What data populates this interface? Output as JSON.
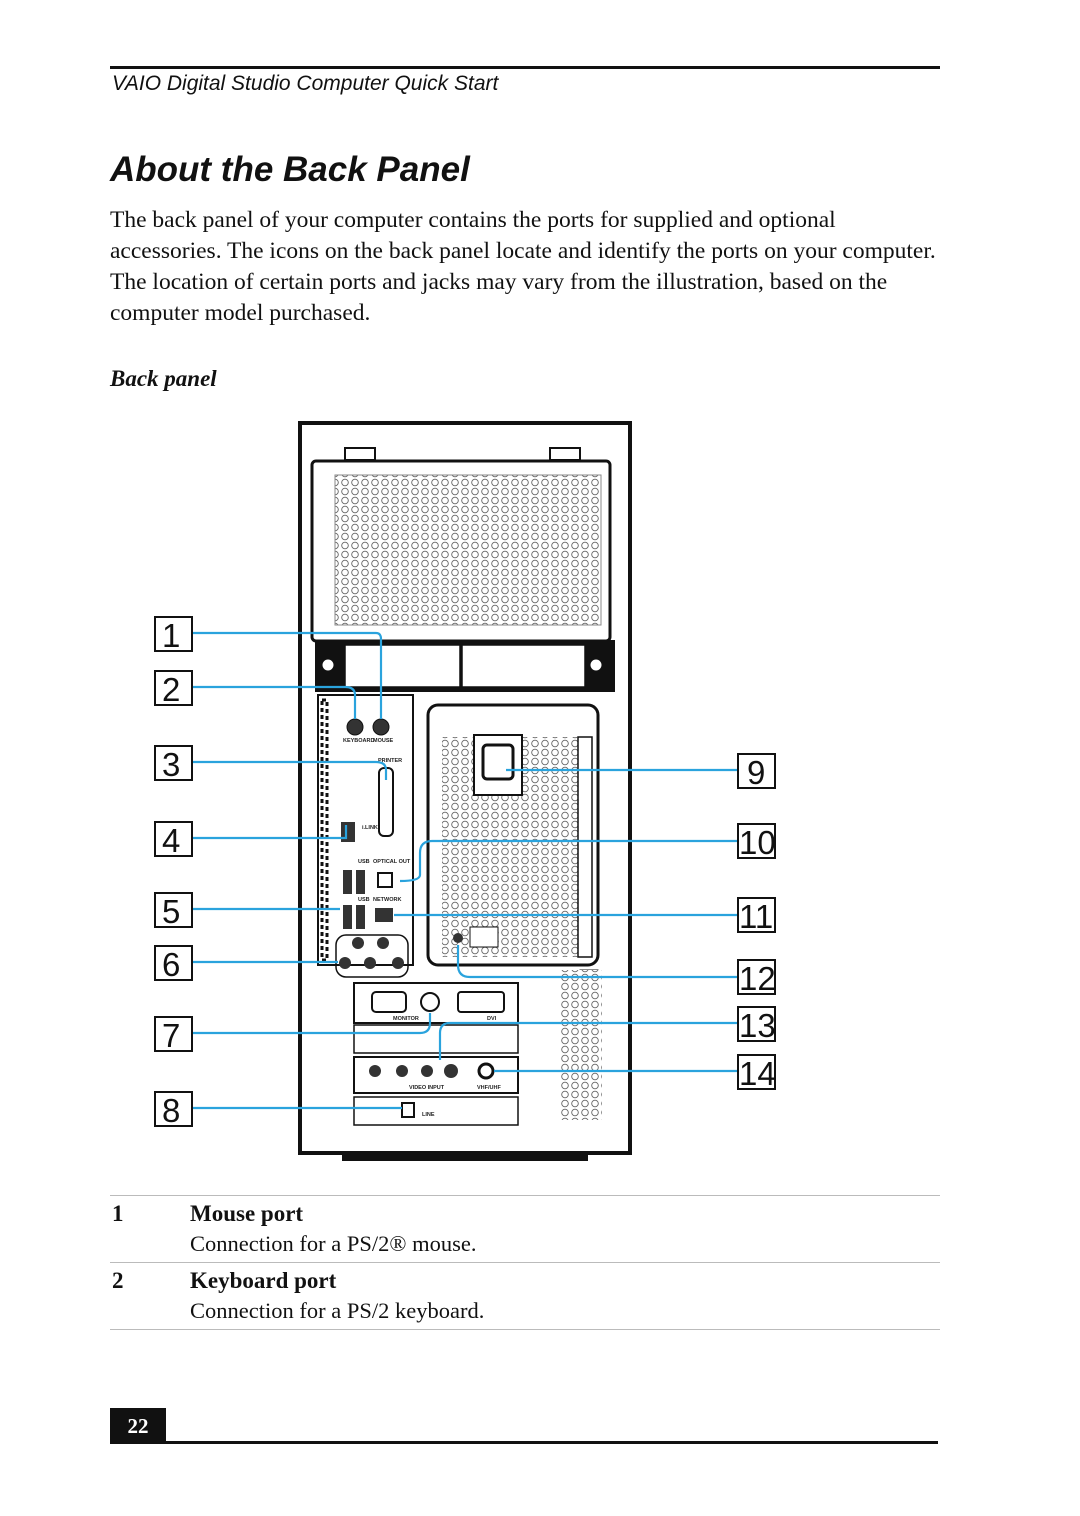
{
  "header": {
    "running_title": "VAIO Digital Studio Computer Quick Start"
  },
  "title": "About the Back Panel",
  "intro": "The back panel of your computer contains the ports for supplied and optional accessories. The icons on the back panel locate and identify the ports on your computer. The location of certain ports and jacks may vary from the illustration, based on the computer model purchased.",
  "figure": {
    "caption": "Back panel",
    "callouts_left": [
      "1",
      "2",
      "3",
      "4",
      "5",
      "6",
      "7",
      "8"
    ],
    "callouts_right": [
      "9",
      "10",
      "11",
      "12",
      "13",
      "14"
    ],
    "panel_labels": {
      "keyboard": "KEYBOARD",
      "mouse": "MOUSE",
      "printer": "PRINTER",
      "ilink": "i.LINK",
      "usb_a": "USB",
      "usb_b": "USB",
      "optical_out": "OPTICAL OUT",
      "network": "NETWORK",
      "monitor": "MONITOR",
      "dvi": "DVI",
      "vhf_uhf": "VHF/UHF",
      "video_input": "VIDEO INPUT",
      "line": "LINE"
    }
  },
  "ports": [
    {
      "number": "1",
      "name": "Mouse port",
      "description": "Connection for a PS/2® mouse."
    },
    {
      "number": "2",
      "name": "Keyboard port",
      "description": "Connection for a PS/2 keyboard."
    }
  ],
  "footer": {
    "page_number": "22"
  },
  "colors": {
    "callout_line": "#2aa3dd",
    "text": "#111111"
  }
}
